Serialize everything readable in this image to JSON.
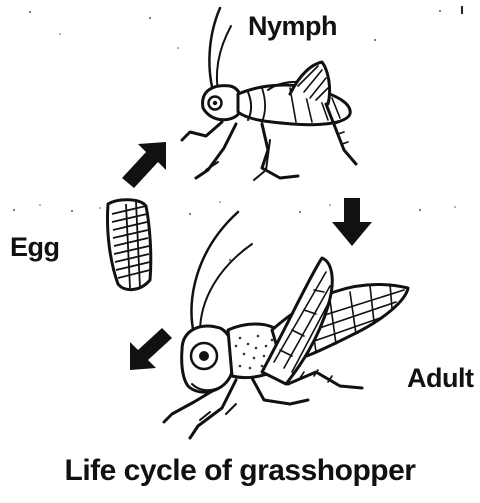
{
  "diagram": {
    "stages": {
      "nymph": "Nymph",
      "egg": "Egg",
      "adult": "Adult"
    },
    "caption": "Life cycle of grasshopper",
    "icons": [
      "nymph-grasshopper-icon",
      "egg-pod-icon",
      "adult-grasshopper-icon",
      "arrow-icon"
    ],
    "colors": {
      "ink": "#111111",
      "background": "#ffffff"
    }
  }
}
